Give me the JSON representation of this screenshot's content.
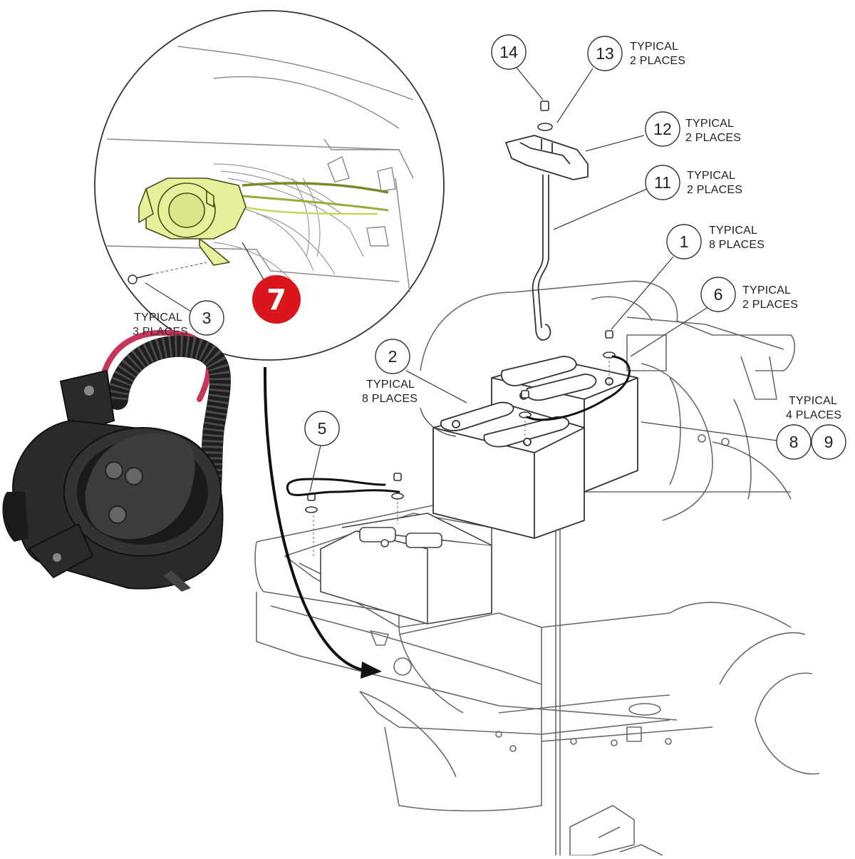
{
  "callouts": [
    {
      "id": "14",
      "label": "14",
      "note": []
    },
    {
      "id": "13",
      "label": "13",
      "note": [
        "TYPICAL",
        "2 PLACES"
      ]
    },
    {
      "id": "12",
      "label": "12",
      "note": [
        "TYPICAL",
        "2 PLACES"
      ]
    },
    {
      "id": "11",
      "label": "11",
      "note": [
        "TYPICAL",
        "2 PLACES"
      ]
    },
    {
      "id": "1",
      "label": "1",
      "note": [
        "TYPICAL",
        "8 PLACES"
      ]
    },
    {
      "id": "6",
      "label": "6",
      "note": [
        "TYPICAL",
        "2 PLACES"
      ]
    },
    {
      "id": "2",
      "label": "2",
      "note": [
        "TYPICAL",
        "8 PLACES"
      ]
    },
    {
      "id": "5",
      "label": "5",
      "note": []
    },
    {
      "id": "3",
      "label": "3",
      "note": [
        "TYPICAL",
        "3 PLACES"
      ]
    },
    {
      "id": "8",
      "label": "8",
      "note": [
        "TYPICAL",
        "4 PLACES"
      ]
    },
    {
      "id": "9",
      "label": "9",
      "note": []
    }
  ],
  "highlight_callout": {
    "label": "7",
    "color": "#d8161b"
  },
  "colors": {
    "line": "#555555",
    "connector_highlight": "#e6ef9a",
    "photo_dark": "#2a2a2a",
    "cable_red": "#c8345a"
  },
  "icons": [
    "receptacle-photo-icon",
    "golf-cart-body-icon",
    "battery-icon"
  ]
}
